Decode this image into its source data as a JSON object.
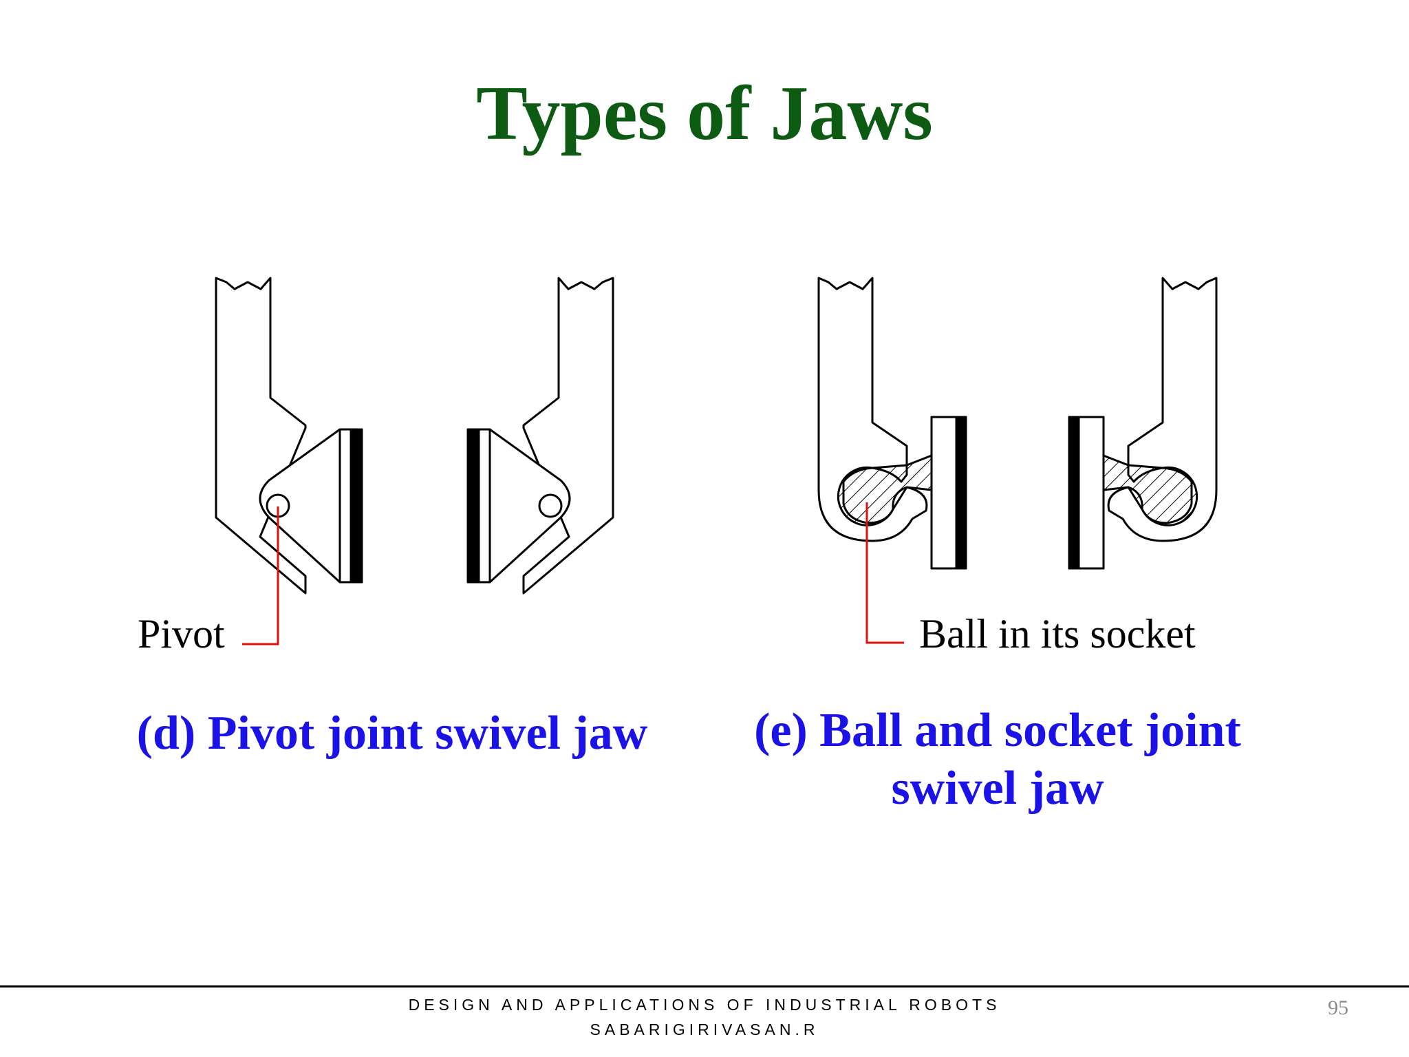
{
  "slide": {
    "title": "Types of Jaws",
    "page_number": "95"
  },
  "diagram_d": {
    "callout": "Pivot",
    "caption": "(d) Pivot joint swivel jaw"
  },
  "diagram_e": {
    "callout": "Ball in its socket",
    "caption_line1": "(e) Ball and socket joint",
    "caption_line2": "swivel jaw"
  },
  "footer": {
    "course": "DESIGN AND APPLICATIONS OF INDUSTRIAL ROBOTS",
    "author": "SABARIGIRIVASAN.R"
  },
  "colors": {
    "title": "#0d5a12",
    "caption": "#1a12e6",
    "leader_line": "#e01010"
  }
}
